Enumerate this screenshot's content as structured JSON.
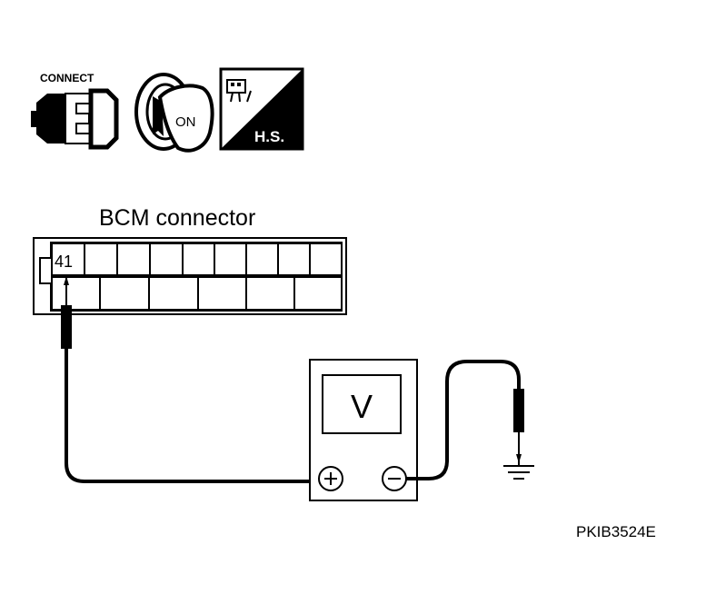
{
  "icons": {
    "connect_label": "CONNECT",
    "ignition_label": "ON",
    "hs_label": "H.S.",
    "items": [
      "connector-connected-icon",
      "ignition-key-on-icon",
      "harness-side-icon"
    ]
  },
  "connector": {
    "title": "BCM connector",
    "pin_label": "41"
  },
  "meter": {
    "display": "V",
    "positive_symbol": "+",
    "negative_symbol": "−"
  },
  "ground": {
    "icon": "ground-icon"
  },
  "figure_code": "PKIB3524E",
  "colors": {
    "line": "#000000",
    "background": "#ffffff"
  }
}
